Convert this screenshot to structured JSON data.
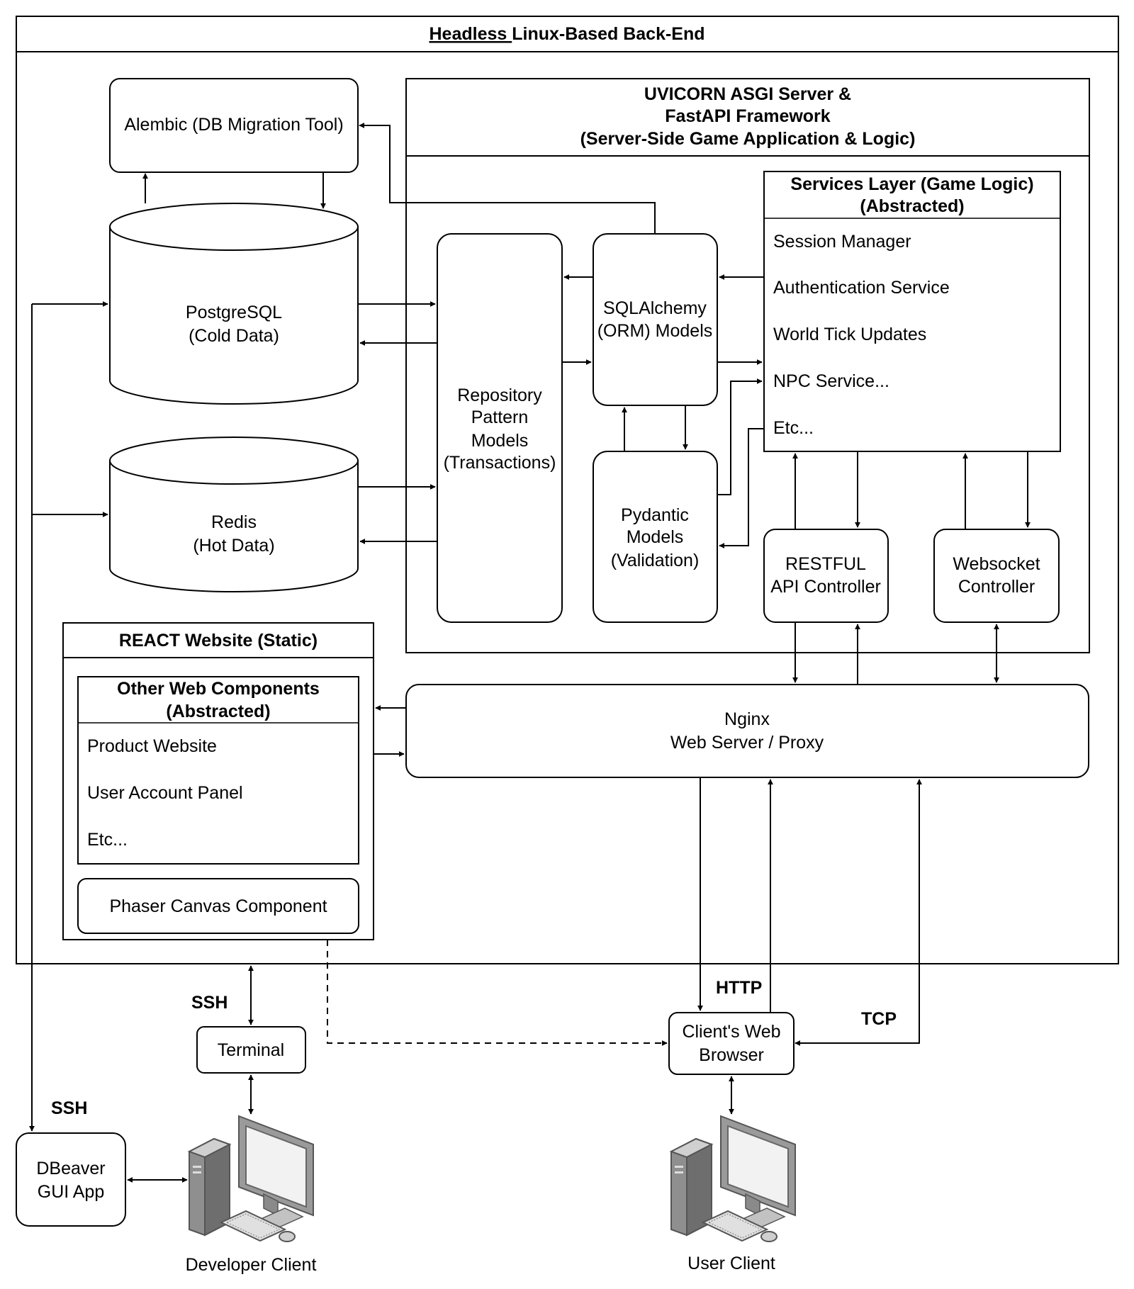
{
  "backend": {
    "title_underlined": "Headless ",
    "title_rest": "Linux-Based Back-End"
  },
  "alembic": {
    "label": "Alembic (DB Migration Tool)"
  },
  "postgres": {
    "line1": "PostgreSQL",
    "line2": "(Cold Data)"
  },
  "redis": {
    "line1": "Redis",
    "line2": "(Hot Data)"
  },
  "uvicorn": {
    "line1": "UVICORN ASGI Server &",
    "line2": "FastAPI Framework",
    "line3": "(Server-Side Game Application & Logic)"
  },
  "repository": {
    "line1": "Repository",
    "line2": "Pattern",
    "line3": "Models",
    "line4": "(Transactions)"
  },
  "sqlalchemy": {
    "line1": "SQLAlchemy",
    "line2": "(ORM) Models"
  },
  "pydantic": {
    "line1": "Pydantic",
    "line2": "Models",
    "line3": "(Validation)"
  },
  "services": {
    "title1": "Services Layer (Game Logic)",
    "title2": "(Abstracted)",
    "items": [
      "Session Manager",
      "Authentication Service",
      "World Tick Updates",
      "NPC Service...",
      "Etc..."
    ]
  },
  "restful": {
    "line1": "RESTFUL",
    "line2": "API Controller"
  },
  "websocket": {
    "line1": "Websocket",
    "line2": "Controller"
  },
  "react": {
    "title": "REACT Website (Static)"
  },
  "other_web": {
    "title1": "Other Web Components",
    "title2": "(Abstracted)",
    "items": [
      "Product Website",
      "User Account Panel",
      "Etc..."
    ]
  },
  "phaser": {
    "label": "Phaser Canvas Component"
  },
  "nginx": {
    "line1": "Nginx",
    "line2": "Web Server / Proxy"
  },
  "edges": {
    "ssh_terminal": "SSH",
    "ssh_dbeaver": "SSH",
    "http": "HTTP",
    "tcp": "TCP"
  },
  "terminal": {
    "label": "Terminal"
  },
  "browser": {
    "line1": "Client's Web",
    "line2": "Browser"
  },
  "dbeaver": {
    "line1": "DBeaver",
    "line2": "GUI App"
  },
  "developer_client": {
    "label": "Developer Client"
  },
  "user_client": {
    "label": "User Client"
  },
  "icons": {
    "developer": "desktop-computer-icon",
    "user": "desktop-computer-icon"
  },
  "colors": {
    "stroke": "#000000",
    "background": "#ffffff",
    "computer_gray": "#9a9a9a"
  }
}
